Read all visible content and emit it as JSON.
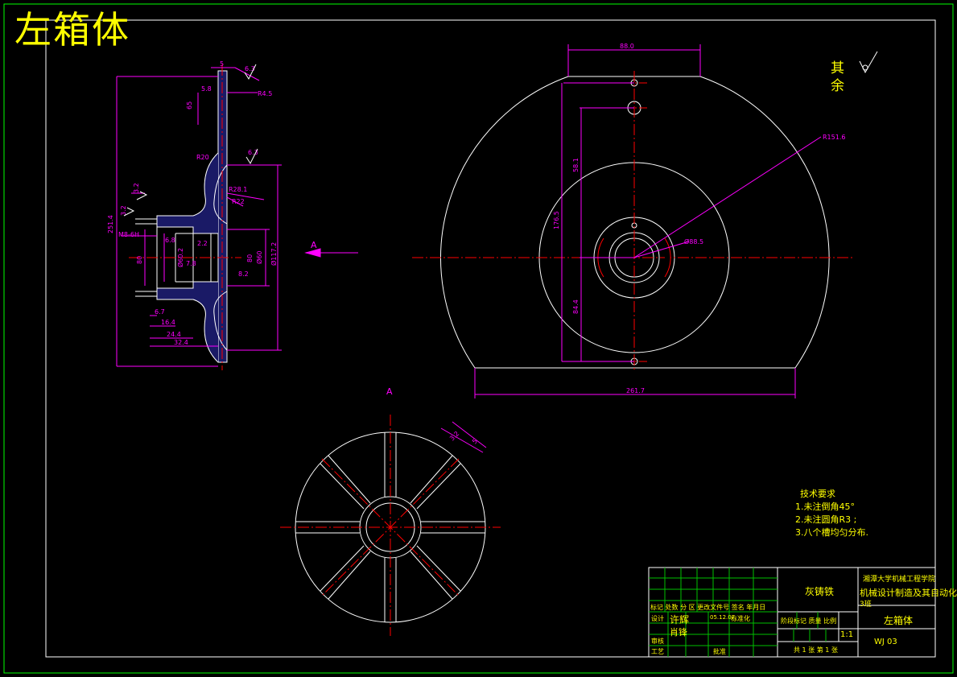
{
  "drawing_title": "左箱体",
  "roughness_note": {
    "line1": "其",
    "line2": "余"
  },
  "section_label": "A",
  "tech_requirements": {
    "title": "技术要求",
    "items": [
      "1.未注倒角45°",
      "2.未注圆角R3 ;",
      "3.八个槽均匀分布."
    ]
  },
  "dimensions": {
    "side": [
      "5",
      "6.3",
      "5.8",
      "R4.5",
      "65",
      "R20",
      "6.3",
      "R28.1",
      "R22",
      "3.2",
      "3.2",
      "M8-6H",
      "6.8",
      "251.4",
      "80",
      "Ø60.2",
      "2.2",
      "7.8",
      "80",
      "8.2",
      "Ø60",
      "Ø117.2",
      "6.7",
      "16.4",
      "24.4",
      "32.4"
    ],
    "front": [
      "88.0",
      "R151.6",
      "58.1",
      "176.5",
      "Ø88.5",
      "84.4",
      "261.7"
    ],
    "section": [
      "3.2",
      "5"
    ]
  },
  "title_block": {
    "material": "灰铸铁",
    "institution": "湘潭大学机械工程学院",
    "program_line1": "机械设计制造及其自动化",
    "program_line2": "3班",
    "part_name": "左箱体",
    "drawing_number": "WJ 03",
    "scale": "1:1",
    "sheet_info": "共 1 张  第 1 张",
    "header_row": "标记 处数  分 区  更改文件号  签名  年月日",
    "design_row": {
      "label": "设计",
      "name": "许辉",
      "date": "05.12.07",
      "std": "标准化"
    },
    "review_row": "审核",
    "process_row": "工艺",
    "approve_row": "批准",
    "stage_header": "阶段标记  质量  比例",
    "checker": "肖锋"
  }
}
